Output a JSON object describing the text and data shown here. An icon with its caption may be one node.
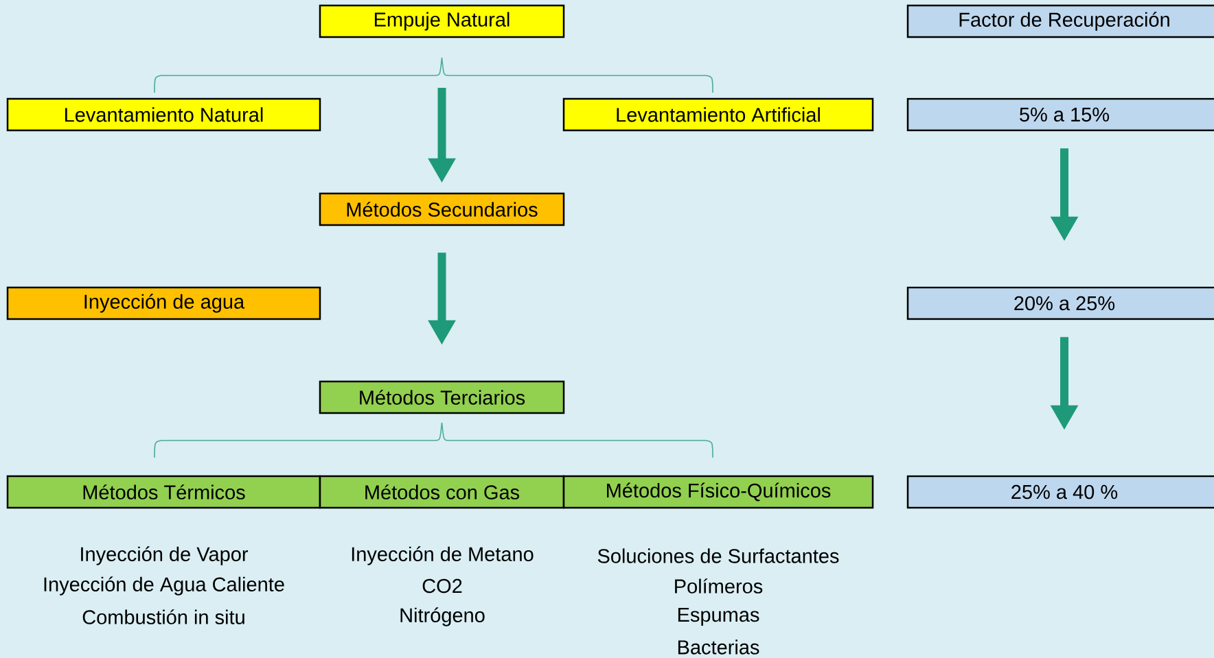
{
  "diagram": {
    "nodes": [
      {
        "text": [
          "Empuje Natural"
        ]
      },
      {
        "text": [
          "Levantamiento Natural"
        ]
      },
      {
        "text": [
          "Levantamiento Artificial"
        ]
      },
      {
        "text": [
          "Métodos Secundarios"
        ]
      },
      {
        "text": [
          "Inyección de agua"
        ]
      },
      {
        "text": [
          "Métodos Terciarios"
        ]
      },
      {
        "text": [
          "Métodos Térmicos"
        ]
      },
      {
        "text": [
          "Métodos con Gas"
        ]
      },
      {
        "text": [
          "Métodos Físico-Químicos"
        ]
      },
      {
        "text": [
          "Factor de Recuperación"
        ]
      },
      {
        "text": [
          "5% a 15%"
        ]
      },
      {
        "text": [
          "20% a 25%"
        ]
      },
      {
        "text": [
          "25% a 40 %"
        ]
      }
    ],
    "edges": [
      {
        "from": null,
        "to": 3,
        "arrow": "to"
      },
      {
        "from": 3,
        "to": 5,
        "arrow": "to"
      },
      {
        "from": 10,
        "to": 11,
        "arrow": "to"
      },
      {
        "from": 11,
        "to": 12,
        "arrow": "to"
      }
    ],
    "labels": [
      "Inyección de Vapor",
      "Inyección de Metano",
      "Soluciones de Surfactantes",
      "Inyección de Agua Caliente",
      "CO2",
      "Polímeros",
      "Combustión in situ",
      "Nitrógeno",
      "Espumas",
      "Bacterias"
    ]
  }
}
